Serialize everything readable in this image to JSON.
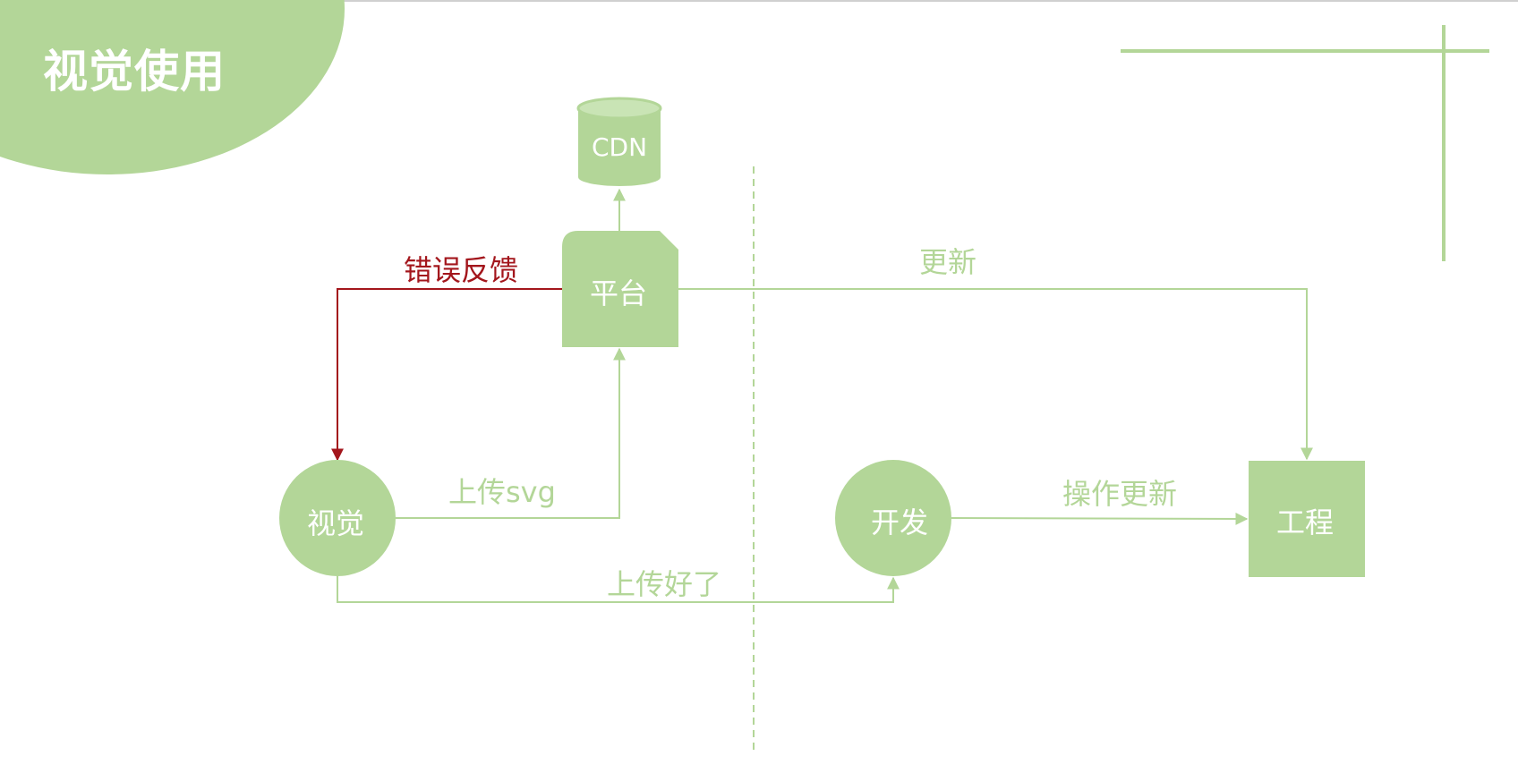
{
  "title": "视觉使用",
  "colors": {
    "primary_green": "#b3d698",
    "cdn_top": "#c9e4b5",
    "error_red": "#a3161c",
    "text_white": "#ffffff"
  },
  "nodes": {
    "cdn": "CDN",
    "platform": "平台",
    "visual": "视觉",
    "dev": "开发",
    "project": "工程"
  },
  "edges": {
    "error_feedback": "错误反馈",
    "upload_svg": "上传svg",
    "upload_done": "上传好了",
    "update": "更新",
    "op_update": "操作更新"
  }
}
